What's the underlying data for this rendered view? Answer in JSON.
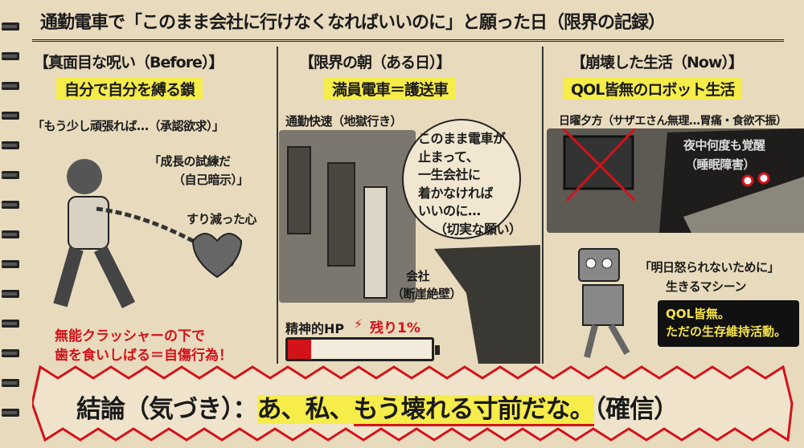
{
  "title": "通勤電車で「このまま会社に行けなくなればいいのに」と願った日（限界の記録）",
  "columns": [
    {
      "header": "【真面目な呪い（Before）】",
      "subtitle": "自分で自分を縛る鎖",
      "quote1": "「もう少し頑張れば…（承認欲求）」",
      "quote2a": "「成長の試練だ",
      "quote2b": "（自己暗示）」",
      "heart_label": "すり減った心",
      "warning1": "無能クラッシャーの下で",
      "warning2": "歯を食いしばる＝自傷行為！"
    },
    {
      "header": "【限界の朝（ある日）】",
      "subtitle": "満員電車＝護送車",
      "train_label": "通勤快速（地獄行き）",
      "thought": [
        "このまま電車が",
        "止まって、",
        "一生会社に",
        "着かなければ",
        "いいのに…",
        "（切実な願い）"
      ],
      "cliff_label1": "会社",
      "cliff_label2": "（断崖絶壁）",
      "hp_label": "精神的HP",
      "hp_remaining": "残り1%",
      "hp_percent": 1
    },
    {
      "header": "【崩壊した生活（Now）】",
      "subtitle": "QOL皆無のロボット生活",
      "sunday_label": "日曜夕方（サザエさん無理…胃痛・食欲不振）",
      "night_label1": "夜中何度も覚醒",
      "night_label2": "（睡眠障害）",
      "robot_label1": "「明日怒られないために」",
      "robot_label2": "生きるマシーン",
      "box1": "QOL皆無。",
      "box2": "ただの生存維持活動。"
    }
  ],
  "conclusion": {
    "prefix": "結論（気づき）：",
    "hl1": "あ、私、",
    "hl2": "もう壊れる寸前だな。",
    "suffix": "（確信）"
  },
  "colors": {
    "highlight": "#f6ec4a",
    "accent_red": "#d3121a",
    "paper": "#e8dabd"
  }
}
